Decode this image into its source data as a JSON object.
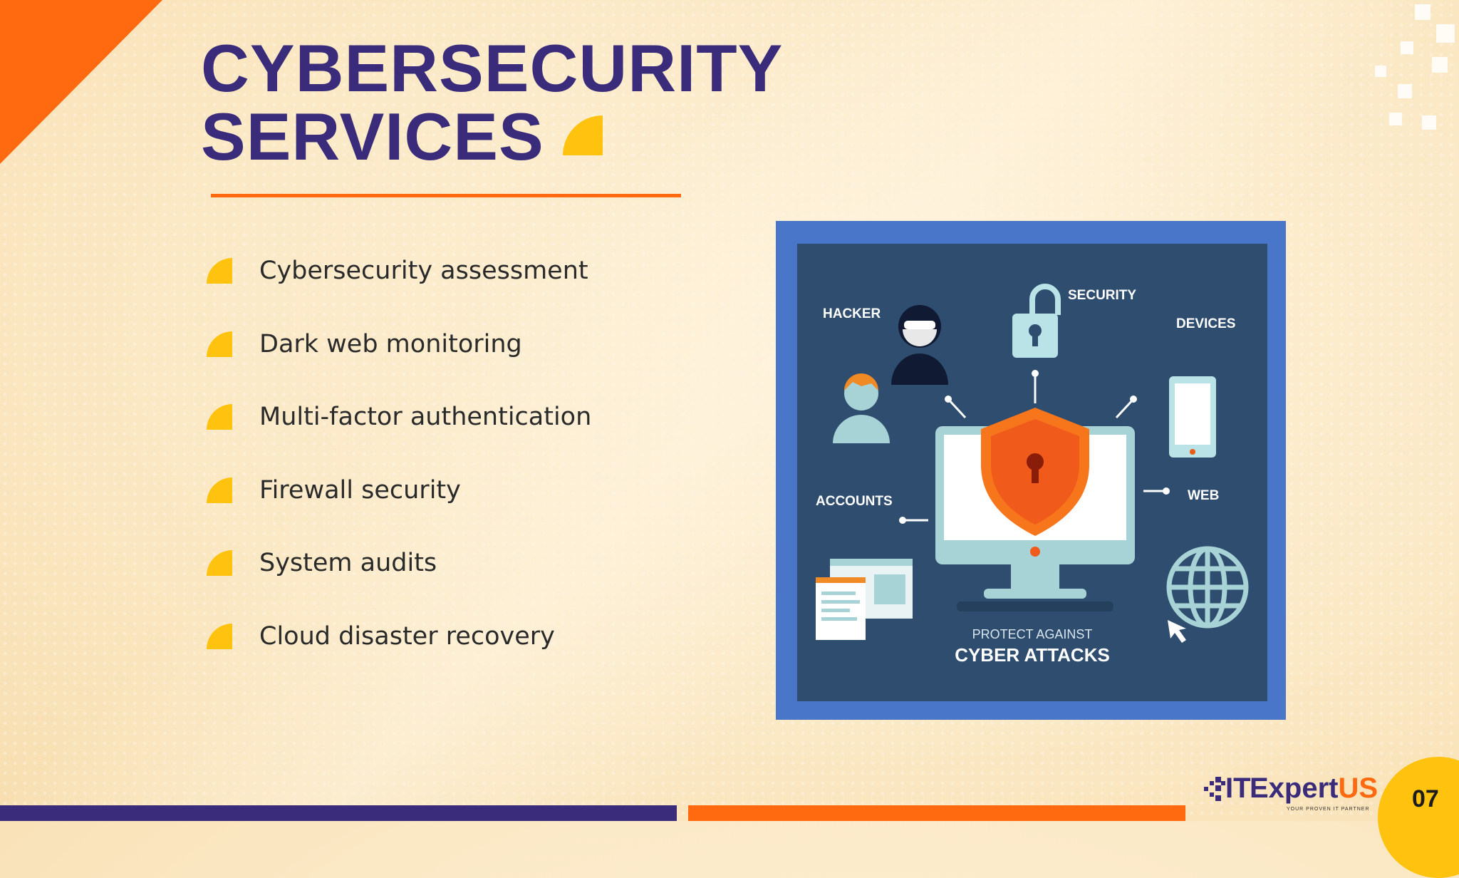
{
  "slide": {
    "title_line1": "CYBERSECURITY",
    "title_line2": "SERVICES",
    "page_number": "07"
  },
  "services": [
    "Cybersecurity assessment",
    "Dark web monitoring",
    "Multi-factor authentication",
    "Firewall security",
    "System audits",
    "Cloud disaster recovery"
  ],
  "illustration": {
    "labels": {
      "hacker": "HACKER",
      "security": "SECURITY",
      "devices": "DEVICES",
      "accounts": "ACCOUNTS",
      "web": "WEB",
      "protect": "PROTECT AGAINST",
      "cyber": "CYBER ATTACKS"
    }
  },
  "logo": {
    "it": "IT",
    "expert": "Expert",
    "us": "US",
    "tagline": "YOUR PROVEN IT PARTNER"
  },
  "colors": {
    "accent_orange": "#ff6a10",
    "accent_yellow": "#ffc20e",
    "brand_purple": "#3a2c7a",
    "frame_blue": "#4a76c9",
    "panel_navy": "#2f4d6f"
  }
}
